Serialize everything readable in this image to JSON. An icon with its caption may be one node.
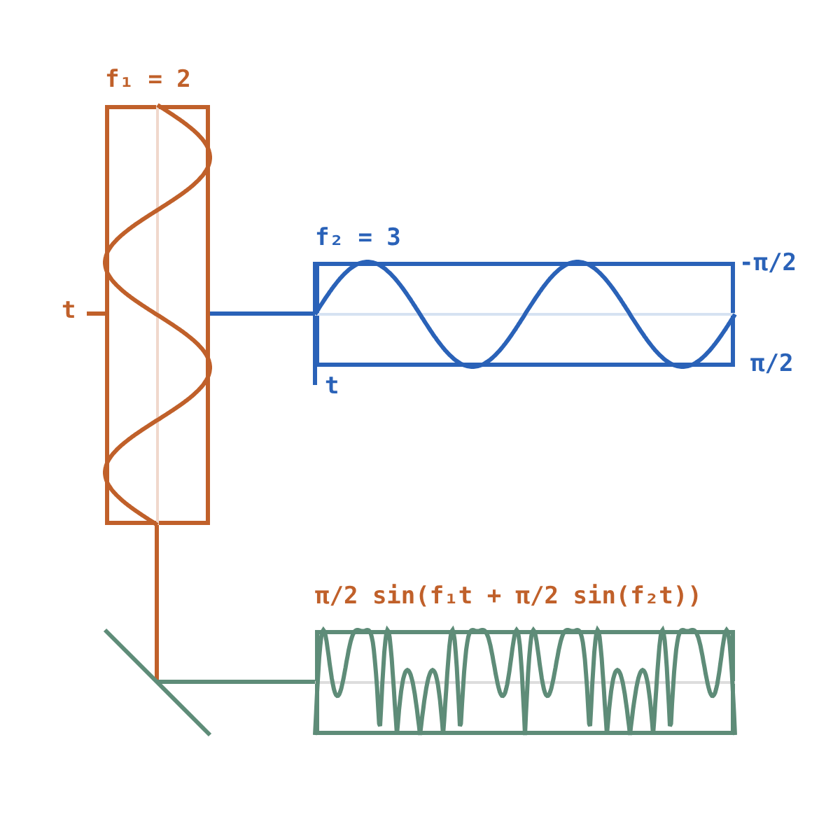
{
  "diagram": {
    "nodes": [
      {
        "text": [
          "f₁ = 2"
        ]
      },
      {
        "text": [
          "f₂ = 3"
        ]
      },
      {
        "text": [
          "π/2 sin(f₁t + π/2 sin(f₂t))"
        ]
      },
      {
        "text": [],
        "shape": "bar"
      }
    ],
    "edges": [
      {
        "from": 0,
        "to": 1,
        "arrow": "none",
        "color": "#2a62b8"
      },
      {
        "from": 0,
        "to": 3,
        "arrow": "none",
        "color": "#c0602a"
      },
      {
        "from": 3,
        "to": 2,
        "arrow": "none",
        "color": "#5e8c78"
      }
    ],
    "labels": [
      "t",
      "-π/2",
      "π/2",
      "t"
    ]
  }
}
